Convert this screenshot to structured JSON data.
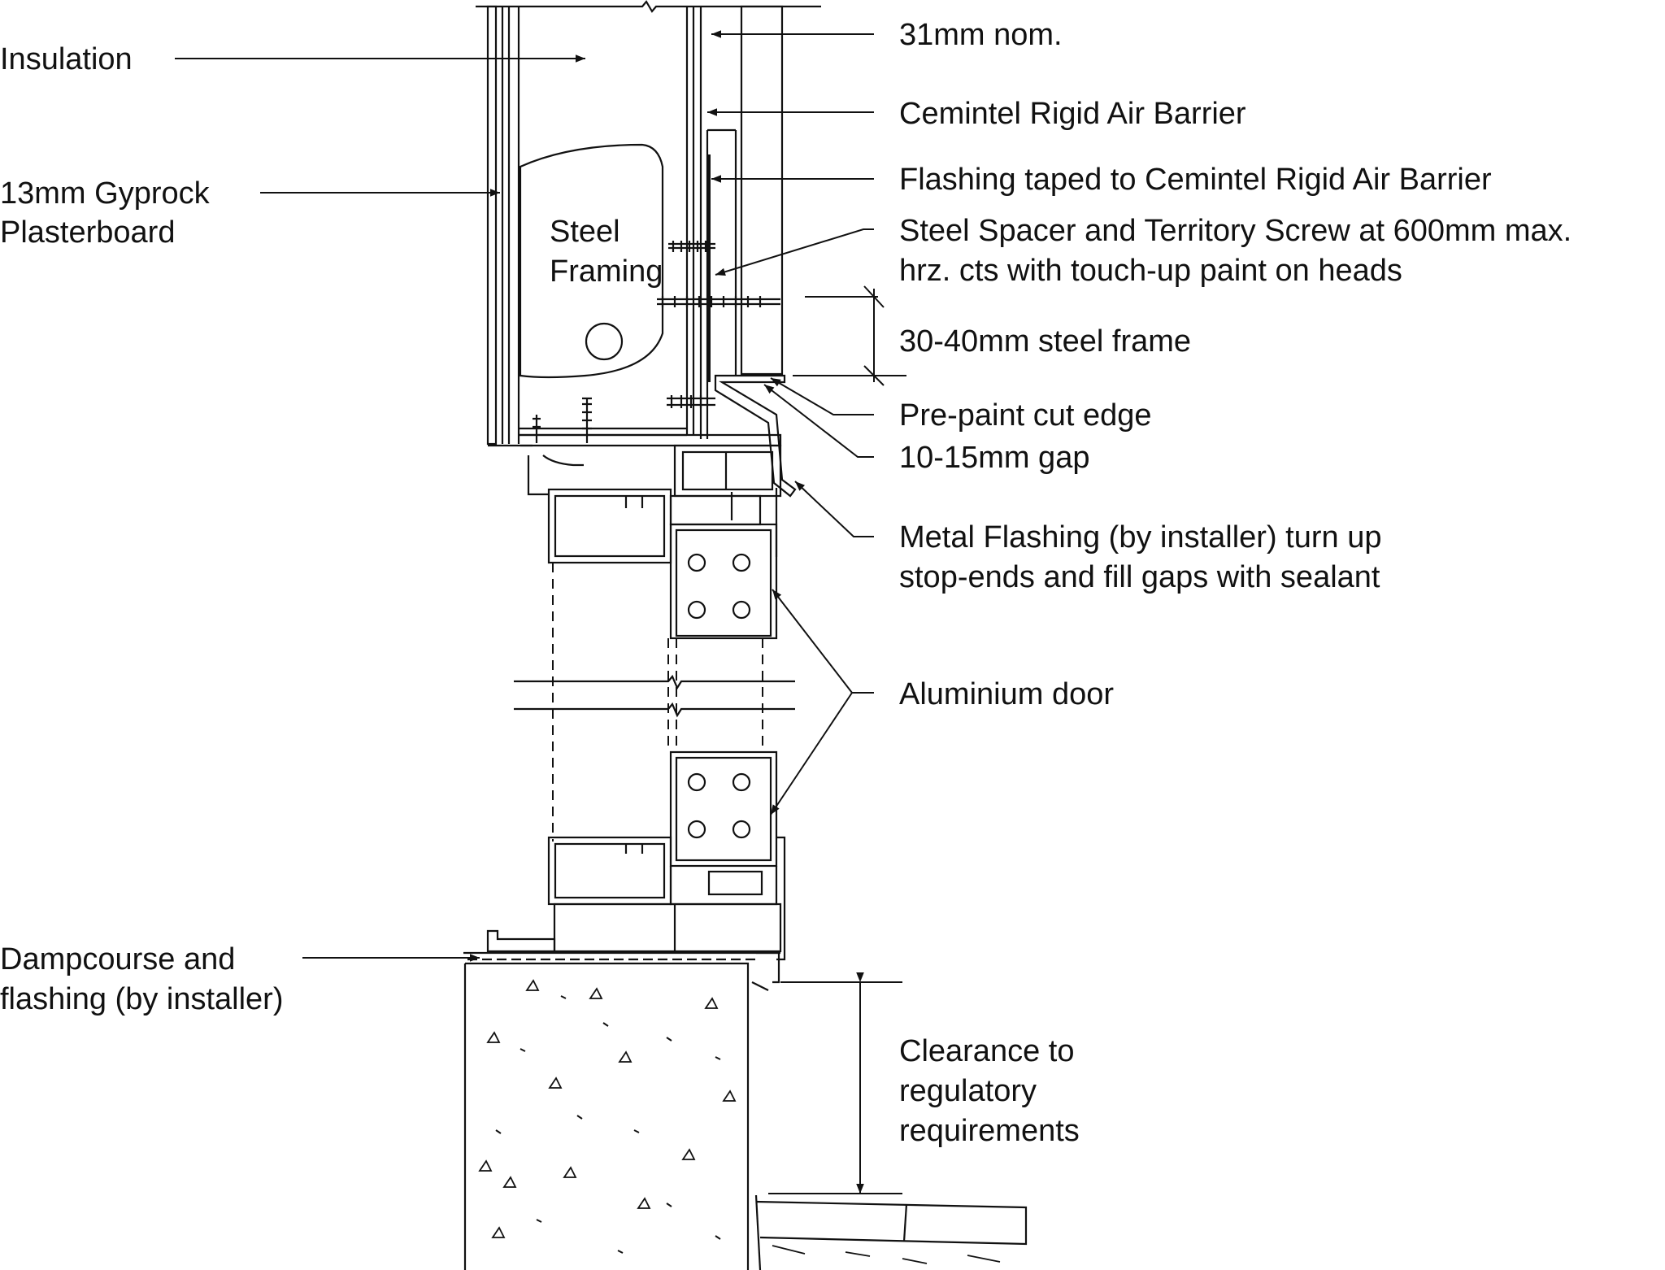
{
  "labels": {
    "insulation": "Insulation",
    "gyprock_line1": "13mm Gyprock",
    "gyprock_line2": "Plasterboard",
    "steel_framing_line1": "Steel",
    "steel_framing_line2": "Framing",
    "nom_31mm": "31mm nom.",
    "air_barrier": "Cemintel Rigid Air Barrier",
    "flashing_taped": "Flashing taped to Cemintel Rigid Air Barrier",
    "spacer_line1": "Steel Spacer and Territory Screw at 600mm max.",
    "spacer_line2": "hrz. cts with touch-up paint on heads",
    "steel_frame_depth": "30-40mm steel frame",
    "pre_paint": "Pre-paint cut edge",
    "gap": "10-15mm gap",
    "metal_flashing_line1": "Metal Flashing (by installer) turn up",
    "metal_flashing_line2": "stop-ends and fill gaps with sealant",
    "aluminium_door": "Aluminium door",
    "dampcourse_line1": "Dampcourse and",
    "dampcourse_line2": "flashing (by installer)",
    "clearance_line1": "Clearance to",
    "clearance_line2": "regulatory",
    "clearance_line3": "requirements"
  },
  "colors": {
    "line": "#111111",
    "background": "#ffffff"
  }
}
